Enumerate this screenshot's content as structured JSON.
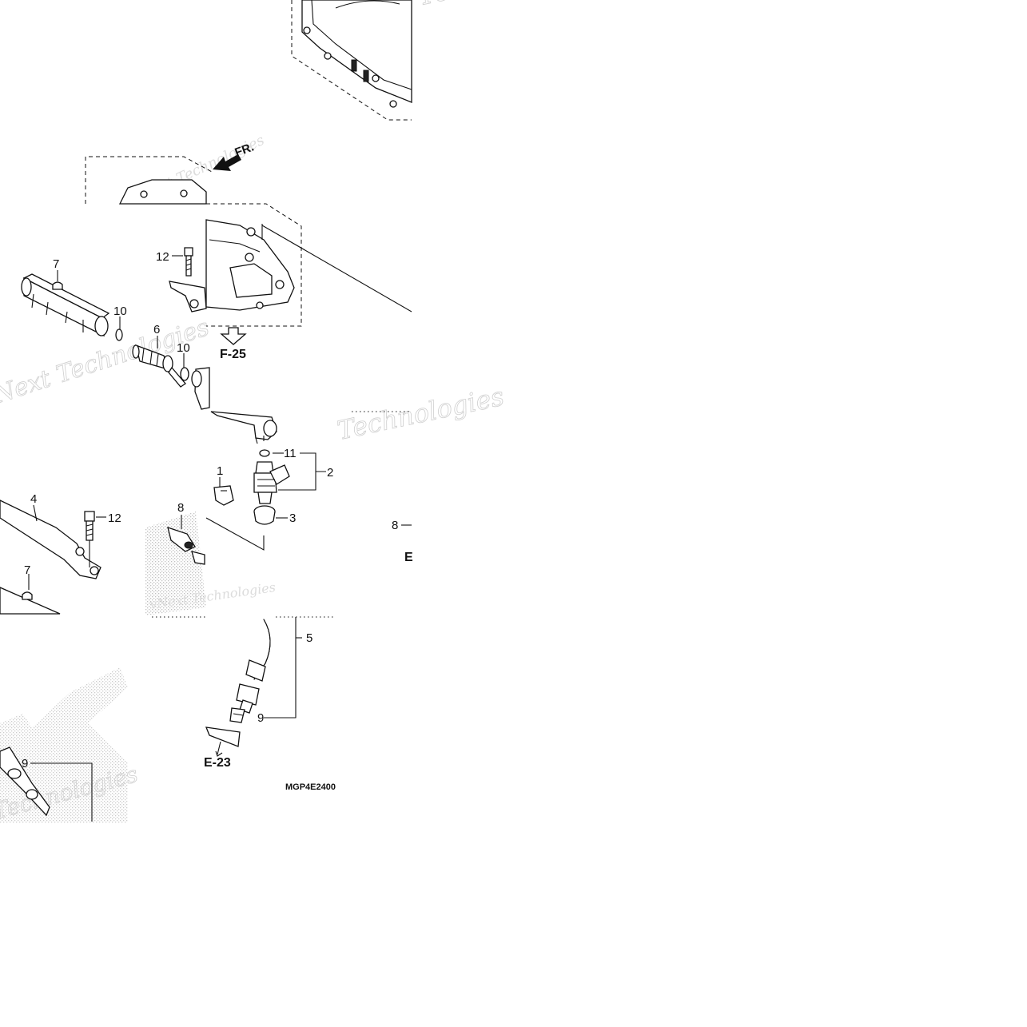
{
  "direction_label": "FR.",
  "references": {
    "f25": "F-25",
    "e23": "E-23",
    "e_partial": "E"
  },
  "diagram_code": "MGP4E2400",
  "callouts": {
    "n1": "1",
    "n2": "2",
    "n3": "3",
    "n4": "4",
    "n5": "5",
    "n6": "6",
    "n7a": "7",
    "n7b": "7",
    "n8a": "8",
    "n8b": "8",
    "n9a": "9",
    "n9b": "9",
    "n10a": "10",
    "n10b": "10",
    "n11": "11",
    "n12a": "12",
    "n12b": "12"
  },
  "watermarks": {
    "w1": "vNext Technologies",
    "w2": "vNext Technologies",
    "w3": "vNext Technologies",
    "w4": "Technologies",
    "w5": "vNext Technologies",
    "w6": "Technologies"
  },
  "colors": {
    "line": "#111111",
    "watermark": "#dcdcdc",
    "background": "#ffffff",
    "stipple": "#9a9a9a"
  }
}
